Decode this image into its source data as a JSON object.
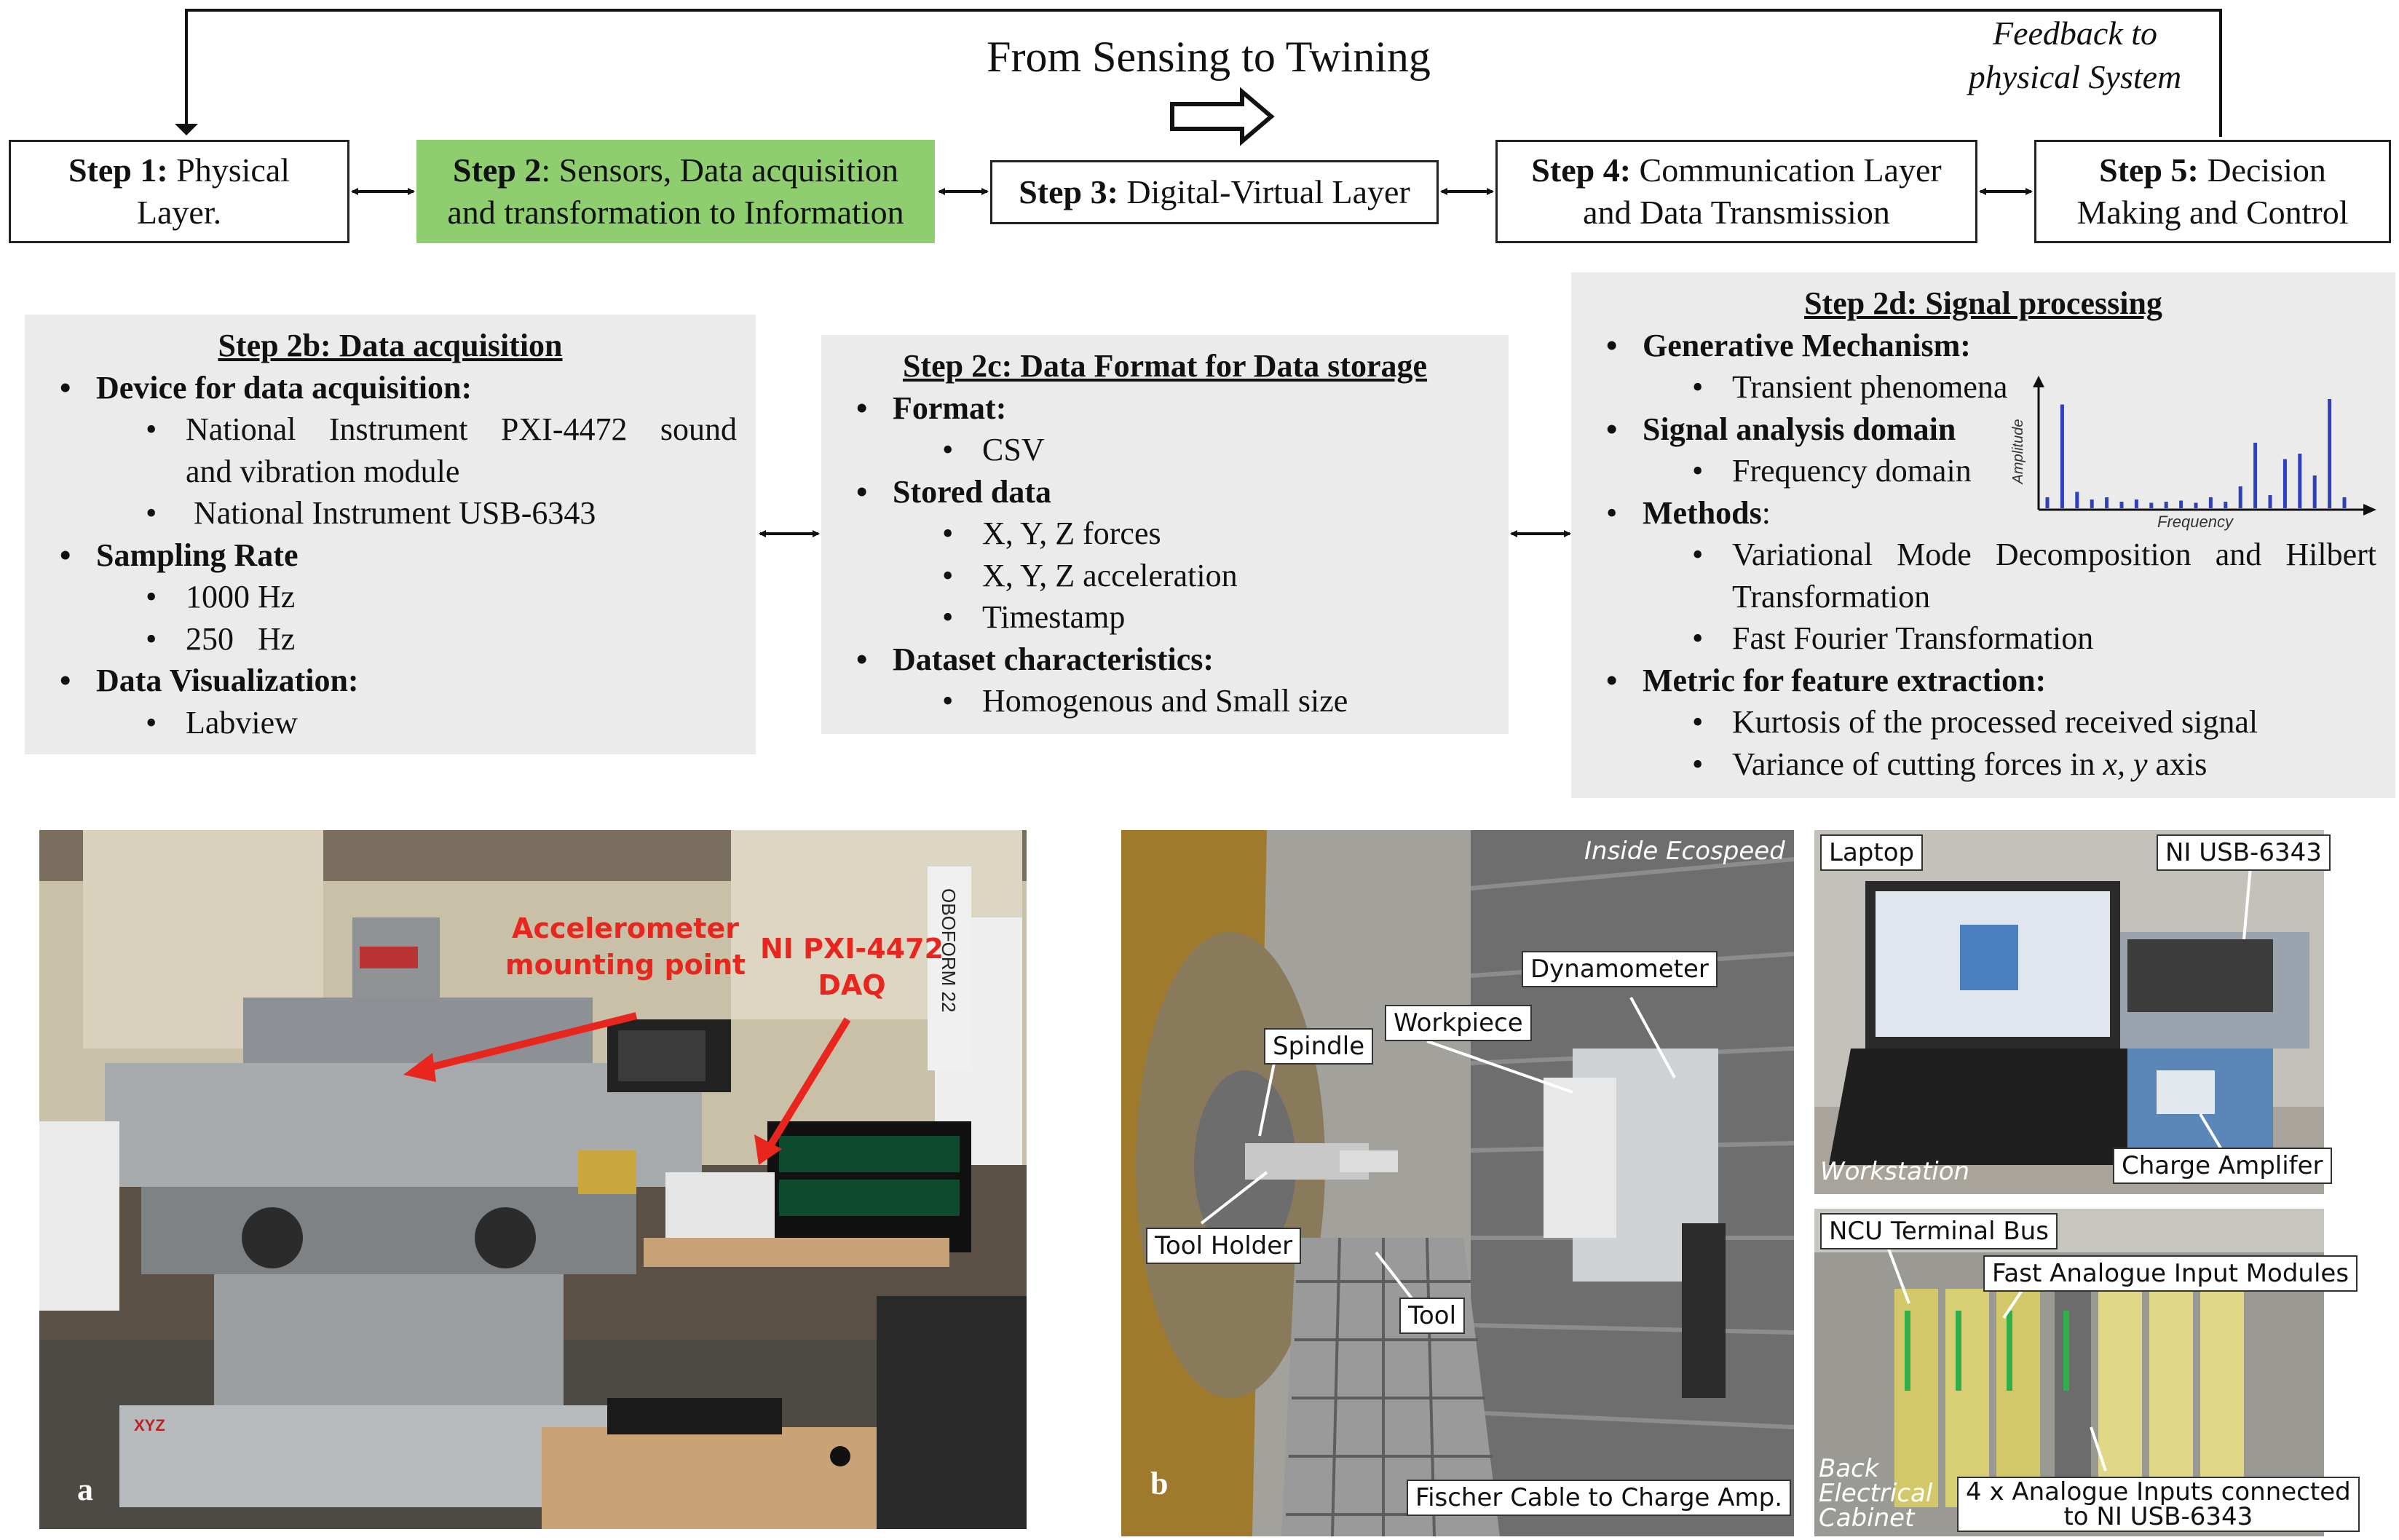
{
  "header": {
    "title": "From Sensing to Twining",
    "feedback_line1": "Feedback to",
    "feedback_line2": "physical System"
  },
  "steps": [
    {
      "label": "Step 1:",
      "text1": " Physical",
      "text2": "Layer."
    },
    {
      "label": "Step 2",
      "text1": ": Sensors, Data acquisition",
      "text2": "and transformation to Information"
    },
    {
      "label": "Step 3:",
      "text1": " Digital-Virtual Layer",
      "text2": ""
    },
    {
      "label": "Step 4:",
      "text1": " Communication Layer",
      "text2": "and Data Transmission"
    },
    {
      "label": "Step 5:",
      "text1": " Decision",
      "text2": "Making and Control"
    }
  ],
  "panel_b": {
    "title": "Step 2b: Data acquisition",
    "device_head": "Device for data acquisition:",
    "device_1a": "National Instrument PXI-4472 sound",
    "device_1b": "and vibration module",
    "device_2": "National Instrument USB-6343",
    "rate_head": "Sampling Rate",
    "rate_1": "1000 Hz",
    "rate_2": "250   Hz",
    "vis_head": "Data Visualization:",
    "vis_1": "Labview"
  },
  "panel_c": {
    "title": "Step 2c: Data Format for Data storage",
    "format_head": "Format:",
    "format_1": "CSV",
    "stored_head": "Stored data",
    "stored_1": "X, Y, Z forces",
    "stored_2": "X, Y, Z acceleration",
    "stored_3": "Timestamp",
    "chars_head": "Dataset characteristics:",
    "chars_1": "Homogenous and Small size"
  },
  "panel_d": {
    "title": "Step 2d: Signal processing",
    "gen_head": "Generative Mechanism:",
    "gen_1": "Transient phenomena",
    "dom_head": "Signal analysis domain",
    "dom_1": "Frequency domain",
    "meth_head": "Methods",
    "meth_colon": ":",
    "meth_1a": "Variational Mode Decomposition and Hilbert",
    "meth_1b": "Transformation",
    "meth_2": "Fast Fourier Transformation",
    "metric_head": "Metric for feature extraction:",
    "metric_1": "Kurtosis of the processed received signal",
    "metric_2a": "Variance of cutting forces in ",
    "metric_2b": "x, y",
    "metric_2c": " axis",
    "plot_ylabel": "Amplitude",
    "plot_xlabel": "Frequency",
    "spike_heights": [
      0.1,
      0.95,
      0.15,
      0.08,
      0.1,
      0.06,
      0.08,
      0.05,
      0.06,
      0.07,
      0.05,
      0.1,
      0.06,
      0.2,
      0.6,
      0.12,
      0.45,
      0.5,
      0.3,
      1.0,
      0.1
    ]
  },
  "photo_a": {
    "letter": "a",
    "label_acc_1": "Accelerometer",
    "label_acc_2": "mounting point",
    "label_daq_1": "NI PXI-4472",
    "label_daq_2": "DAQ",
    "sign_text": "OBOFORM 22",
    "machine_badge": "XYZ"
  },
  "photo_b": {
    "letter": "b",
    "inside": "Inside Ecospeed",
    "dynamometer": "Dynamometer",
    "workpiece": "Workpiece",
    "spindle": "Spindle",
    "tool_holder": "Tool Holder",
    "tool": "Tool",
    "cable": "Fischer Cable to Charge Amp."
  },
  "photo_c": {
    "laptop": "Laptop",
    "usb": "NI USB-6343",
    "workstation": "Workstation",
    "charge": "Charge Amplifer"
  },
  "photo_d": {
    "ncu": "NCU Terminal Bus",
    "fast": "Fast Analogue Input Modules",
    "cab1": "Back",
    "cab2": "Electrical",
    "cab3": "Cabinet",
    "inputs1": "4 x Analogue Inputs connected",
    "inputs2": "to NI USB-6343"
  }
}
